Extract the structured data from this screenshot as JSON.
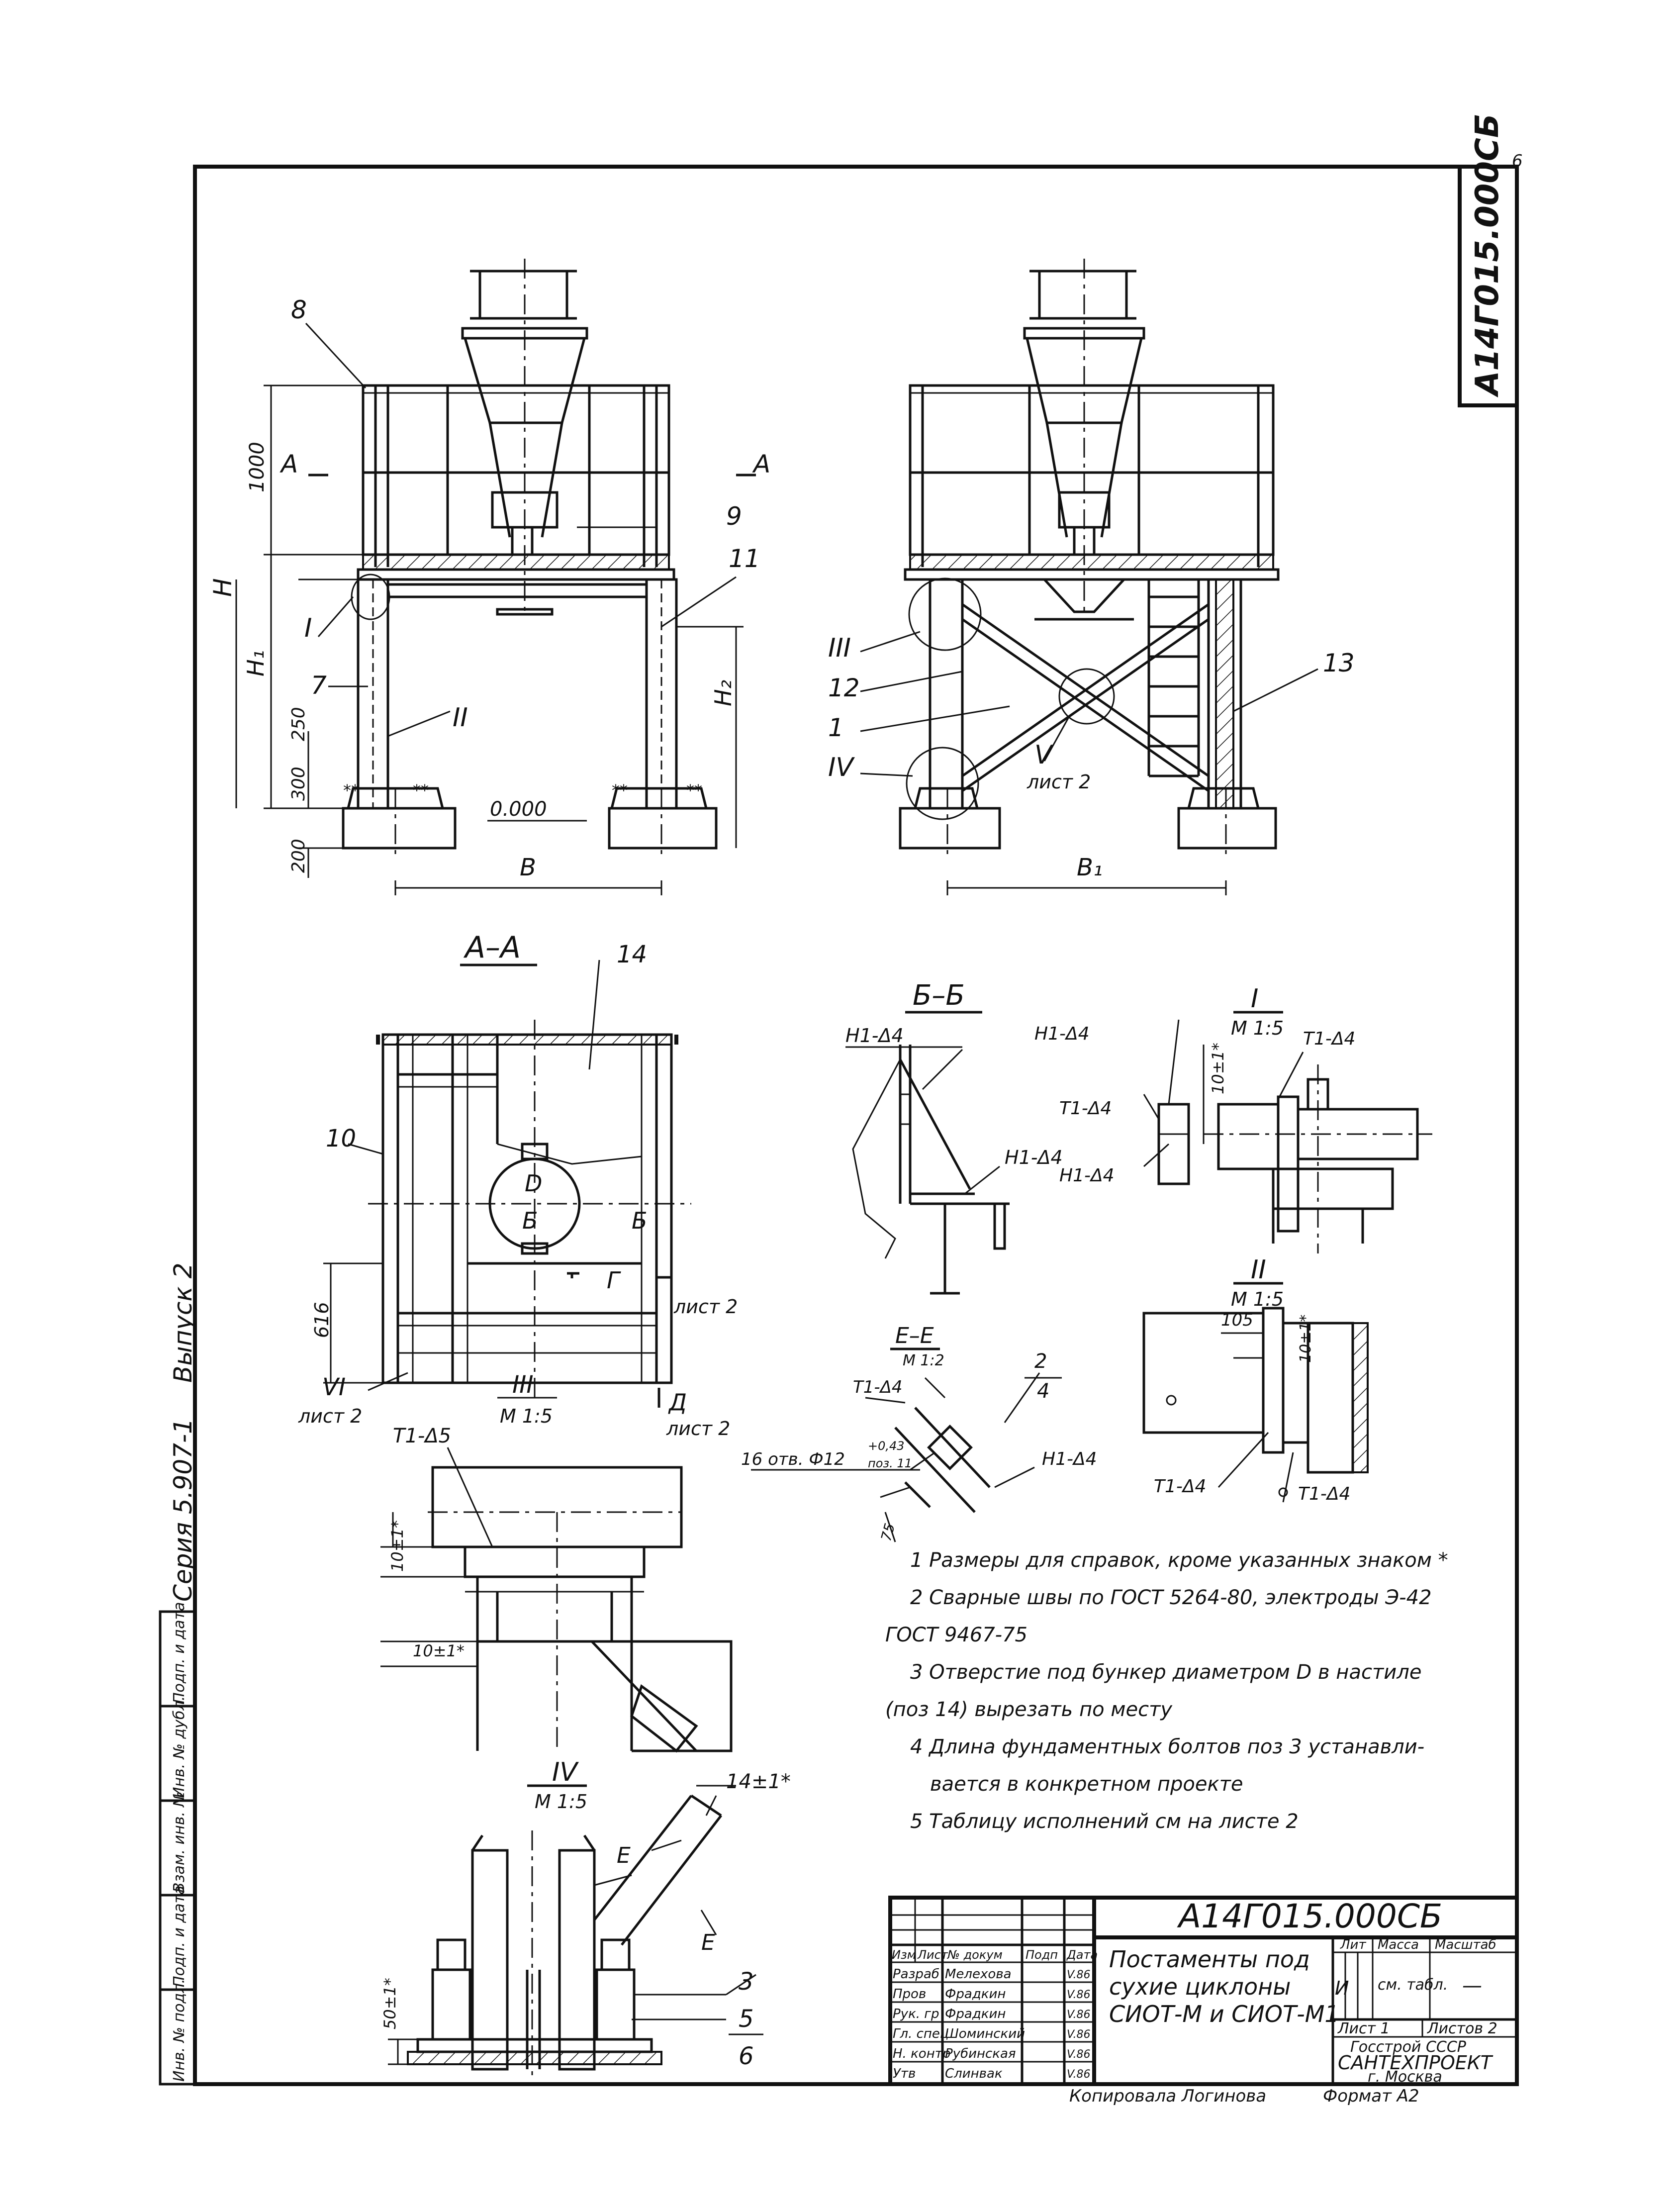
{
  "page_number": "6",
  "doc_code": "А14Г015.000СБ",
  "views": {
    "front": {
      "labels": {
        "pos8": "8",
        "pos9": "9",
        "pos11": "11",
        "pos7": "7",
        "det1": "I",
        "det2": "II",
        "sec_a_left": "А",
        "sec_a_right": "А",
        "dim_1000": "1000",
        "dim_h": "Н",
        "dim_h1": "Н₁",
        "dim_h2": "Н₂",
        "dim_250": "250",
        "dim_300": "300",
        "dim_200": "200",
        "elev": "0.000",
        "dim_b": "В"
      }
    },
    "side": {
      "labels": {
        "det3": "III",
        "pos12": "12",
        "pos1": "1",
        "det4": "IV",
        "pos13": "13",
        "det5": "V",
        "det5_sheet": "лист 2",
        "dim_b1": "В₁"
      }
    }
  },
  "section_aa": {
    "title": "А–А",
    "labels": {
      "pos14": "14",
      "pos10": "10",
      "d": "D",
      "b": "Б",
      "b2": "Б",
      "g": "Г",
      "g_sheet": "лист 2",
      "dim_616": "616",
      "det6": "VI",
      "det6_sheet": "лист 2",
      "det3": "III",
      "det3_scale": "М 1:5",
      "d_arrow": "Д",
      "d_sheet": "лист 2"
    }
  },
  "section_bb": {
    "title": "Б–Б",
    "labels": {
      "weld1": "Н1-Δ4",
      "weld2": "Н1-Δ4"
    }
  },
  "detail_1": {
    "title": "I",
    "scale": "М 1:5",
    "labels": {
      "weld_h": "Н1-Δ4",
      "weld_t1": "Т1-Δ4",
      "weld_t1b": "Т1-Δ4",
      "weld_h2": "Н1-Δ4",
      "dim": "10±1*"
    }
  },
  "detail_2": {
    "title": "II",
    "scale": "М 1:5",
    "labels": {
      "dim_105": "105",
      "dim_10": "10±1*",
      "weld_t1": "Т1-Δ4",
      "weld_t1b": "Т1-Δ4"
    }
  },
  "section_ee": {
    "title": "Е–Е",
    "scale": "М 1:2",
    "labels": {
      "weld_t1": "Т1-Δ4",
      "pos2": "2",
      "pos4": "4",
      "weld_h": "Н1-Δ4",
      "holes": "16 отв. Ф12",
      "holes_tol": "+0,43",
      "holes_pos": "поз. 11",
      "dim_75": "75"
    }
  },
  "detail_4": {
    "title": "IV",
    "scale": "М 1:5",
    "labels": {
      "weld": "Т1-Δ5",
      "dim_10a": "10±1*",
      "dim_10b": "10±1*",
      "dim_14": "14±1*",
      "e1": "Е",
      "e2": "Е",
      "pos3": "3",
      "pos5": "5",
      "pos6": "6",
      "dim_50": "50±1*"
    }
  },
  "notes": [
    "1 Размеры для справок, кроме указанных знаком *",
    "2 Сварные швы по ГОСТ 5264-80, электроды Э-42",
    "ГОСТ 9467-75",
    "3 Отверстие под бункер диаметром D в настиле",
    "(поз 14) вырезать по месту",
    "4 Длина фундаментных болтов поз 3 устанавли-",
    "вается в конкретном проекте",
    "5 Таблицу исполнений см на листе 2"
  ],
  "left_margin": {
    "series": "Серия 5.907-1",
    "issue": "Выпуск 2",
    "stamp_cells": [
      "Инв. № подл.",
      "Подп. и дата",
      "Взам. инв. №",
      "Инв. № дубл.",
      "Подп. и дата"
    ]
  },
  "title_block": {
    "code": "А14Г015.000СБ",
    "name_lines": [
      "Постаменты под",
      "сухие циклоны",
      "СИОТ-М и СИОТ-М1"
    ],
    "header_cols": [
      "Изм",
      "Лист",
      "№ докум",
      "Подп",
      "Дата"
    ],
    "roles": [
      {
        "role": "Разраб",
        "name": "Мелехова",
        "date": "V.86"
      },
      {
        "role": "Пров",
        "name": "Фрадкин",
        "date": "V.86"
      },
      {
        "role": "Рук. гр",
        "name": "Фрадкин",
        "date": "V.86"
      },
      {
        "role": "Гл. спец",
        "name": "Шоминский",
        "date": "V.86"
      },
      {
        "role": "Н. контр",
        "name": "Рубинская",
        "date": "V.86"
      },
      {
        "role": "Утв",
        "name": "Слинвак",
        "date": "V.86"
      }
    ],
    "lit_label": "Лит",
    "mass_label": "Масса",
    "scale_label": "Масштаб",
    "lit_value": "И",
    "mass_value": "см. табл.",
    "scale_value": "—",
    "sheet": "Лист 1",
    "sheets": "Листов 2",
    "org_lines": [
      "Госстрой СССР",
      "САНТЕХПРОЕКТ",
      "г. Москва"
    ]
  },
  "copied_by": "Копировала Логинова",
  "format": "Формат А2"
}
